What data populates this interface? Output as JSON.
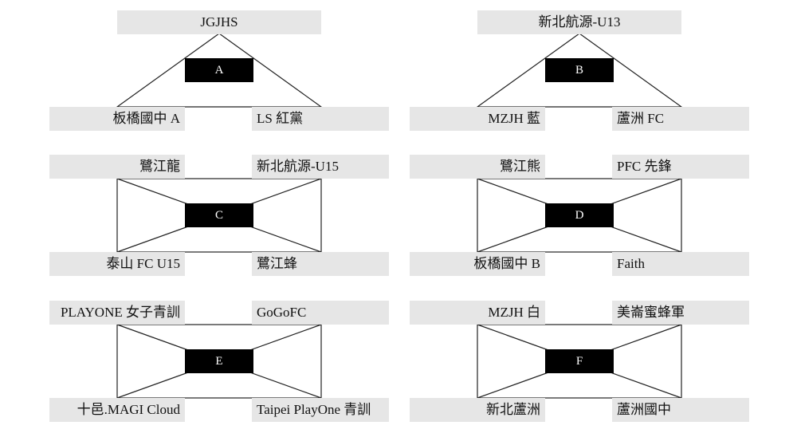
{
  "groups": [
    {
      "id": "A",
      "type": "triangle",
      "top": "JGJHS",
      "bottom_left": "板橋國中 A",
      "bottom_right": "LS 紅黨"
    },
    {
      "id": "B",
      "type": "triangle",
      "top": "新北航源-U13",
      "bottom_left": "MZJH 藍",
      "bottom_right": "蘆洲 FC"
    },
    {
      "id": "C",
      "type": "bowtie",
      "top_left": "鷺江龍",
      "top_right": "新北航源-U15",
      "bottom_left": "泰山 FC U15",
      "bottom_right": "鷺江蜂"
    },
    {
      "id": "D",
      "type": "bowtie",
      "top_left": "鷺江熊",
      "top_right": "PFC 先鋒",
      "bottom_left": "板橋國中 B",
      "bottom_right": "Faith"
    },
    {
      "id": "E",
      "type": "bowtie",
      "top_left": "PLAYONE 女子青訓",
      "top_right": "GoGoFC",
      "bottom_left": "十邑.MAGI Cloud",
      "bottom_right": "Taipei PlayOne 青訓"
    },
    {
      "id": "F",
      "type": "bowtie",
      "top_left": "MZJH 白",
      "top_right": "美崙蜜蜂軍",
      "bottom_left": "新北蘆洲",
      "bottom_right": "蘆洲國中"
    }
  ]
}
